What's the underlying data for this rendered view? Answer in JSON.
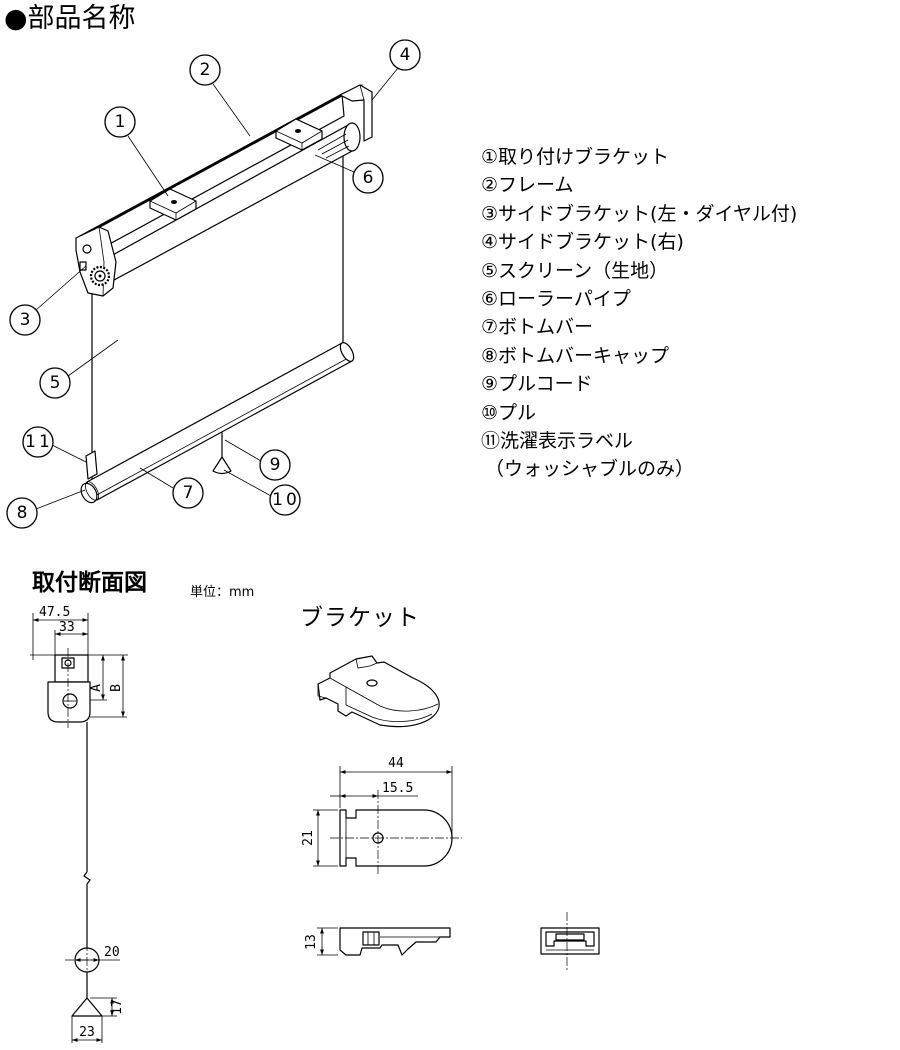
{
  "title": "●部品名称",
  "callouts": [
    "1",
    "2",
    "3",
    "4",
    "5",
    "6",
    "7",
    "8",
    "9",
    "10",
    "11"
  ],
  "parts_list": [
    "①取り付けブラケット",
    "②フレーム",
    "③サイドブラケット(左・ダイヤル付)",
    "④サイドブラケット(右)",
    "⑤スクリーン（生地）",
    "⑥ローラーパイプ",
    "⑦ボトムバー",
    "⑧ボトムバーキャップ",
    "⑨プルコード",
    "⑩プル",
    "⑪洗濯表示ラベル"
  ],
  "parts_list_note": "（ウォッシャブルのみ）",
  "section": {
    "title": "取付断面図",
    "unit": "単位：mm",
    "dim_outer": "47.5",
    "dim_inner": "33",
    "dim_a": "A",
    "dim_b": "B",
    "dim_bar": "20",
    "dim_pull_h": "17",
    "dim_pull_w": "23"
  },
  "bracket": {
    "title": "ブラケット",
    "dim_length": "44",
    "dim_hole": "15.5",
    "dim_width": "21",
    "dim_height": "13"
  }
}
